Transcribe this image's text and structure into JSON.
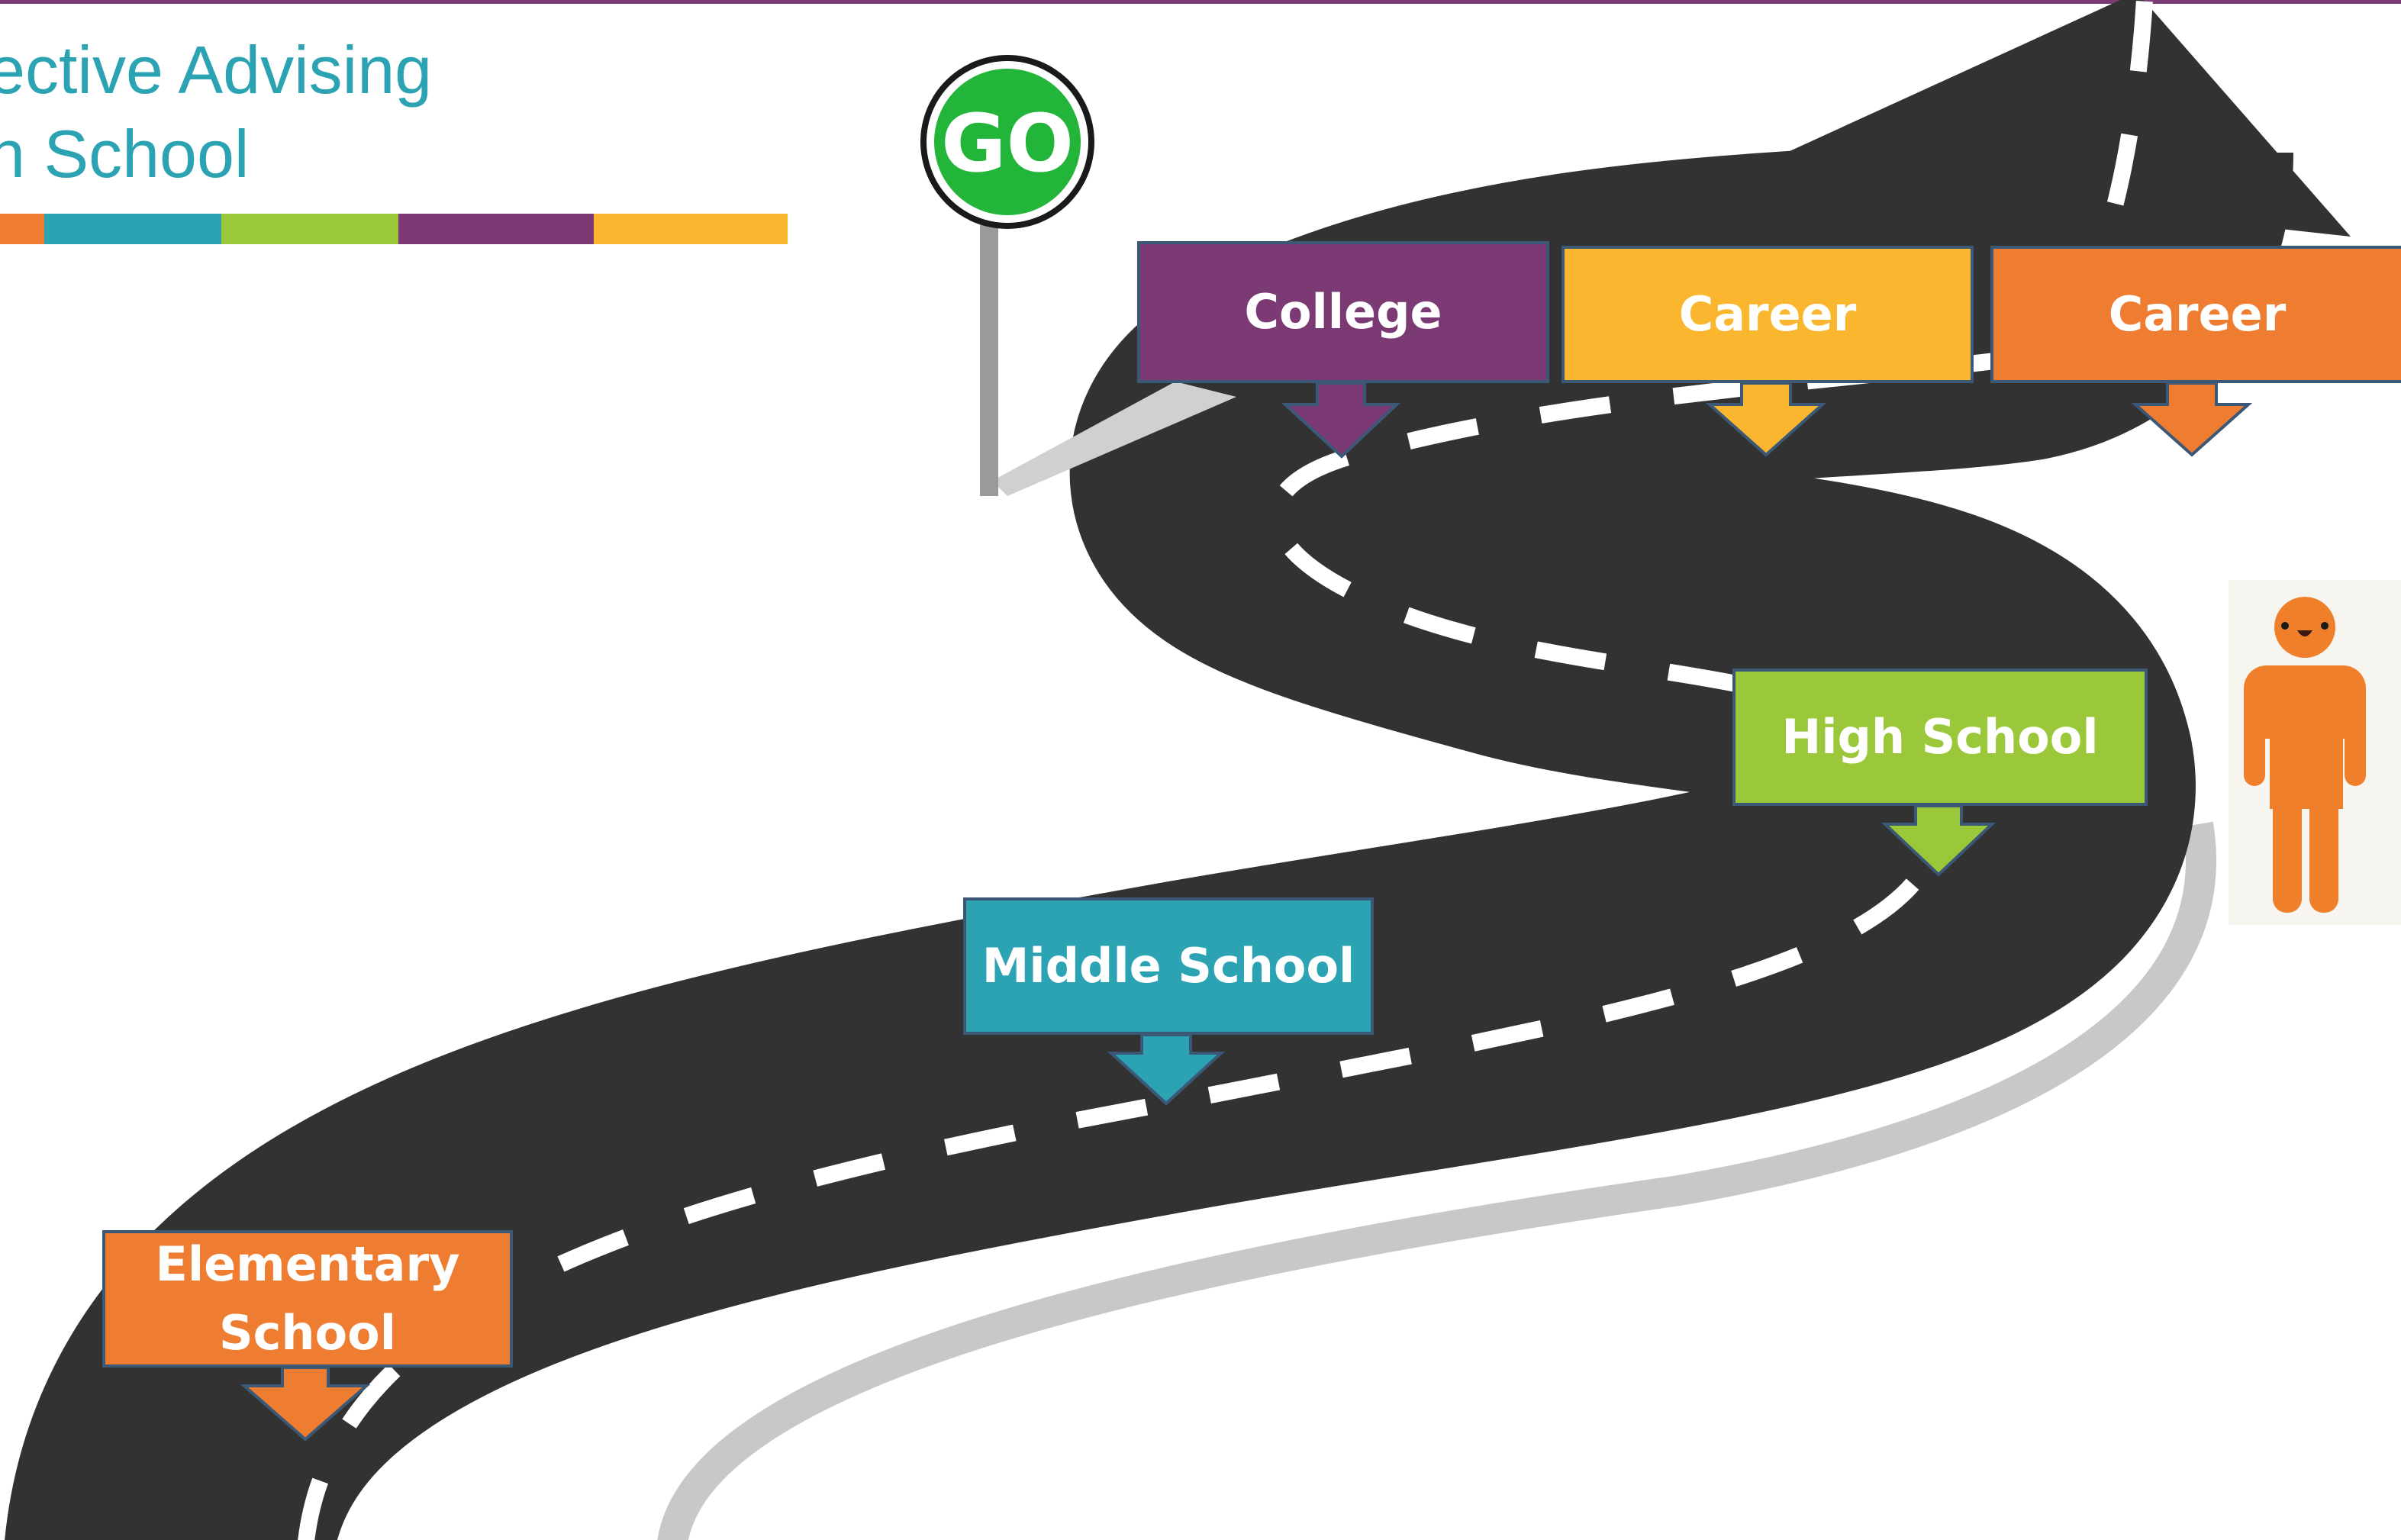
{
  "title": {
    "line1": "ective Advising",
    "line2": "h School"
  },
  "colors": {
    "title": "#2ba3b3",
    "top_rule": "#7b3a73",
    "road": "#323232",
    "road_shadow": "#c8c8c8",
    "lane_marking": "#ffffff",
    "callout_border": "#3b5877",
    "go_sign": "#22b53a",
    "person": "#ef7f2b"
  },
  "accent_bar": [
    {
      "color": "#ee7d31"
    },
    {
      "color": "#2ba3b3"
    },
    {
      "color": "#9bc83a"
    },
    {
      "color": "#7b3a73"
    },
    {
      "color": "#fbb62f"
    }
  ],
  "sign": {
    "text": "GO",
    "icon": "go-sign-icon"
  },
  "milestones": {
    "elementary": {
      "label": "Elementary School",
      "color": "#ee7d31"
    },
    "middle": {
      "label": "Middle School",
      "color": "#2ba3b3"
    },
    "high": {
      "label": "High School",
      "color": "#9bc83a"
    },
    "college": {
      "label": "College",
      "color": "#7b3a73"
    },
    "career1": {
      "label": "Career",
      "color": "#fbb62f"
    },
    "career2": {
      "label": "Career",
      "color": "#ee7d31"
    }
  },
  "person_icon": "person-icon",
  "road_icon": "winding-road-arrow-icon"
}
